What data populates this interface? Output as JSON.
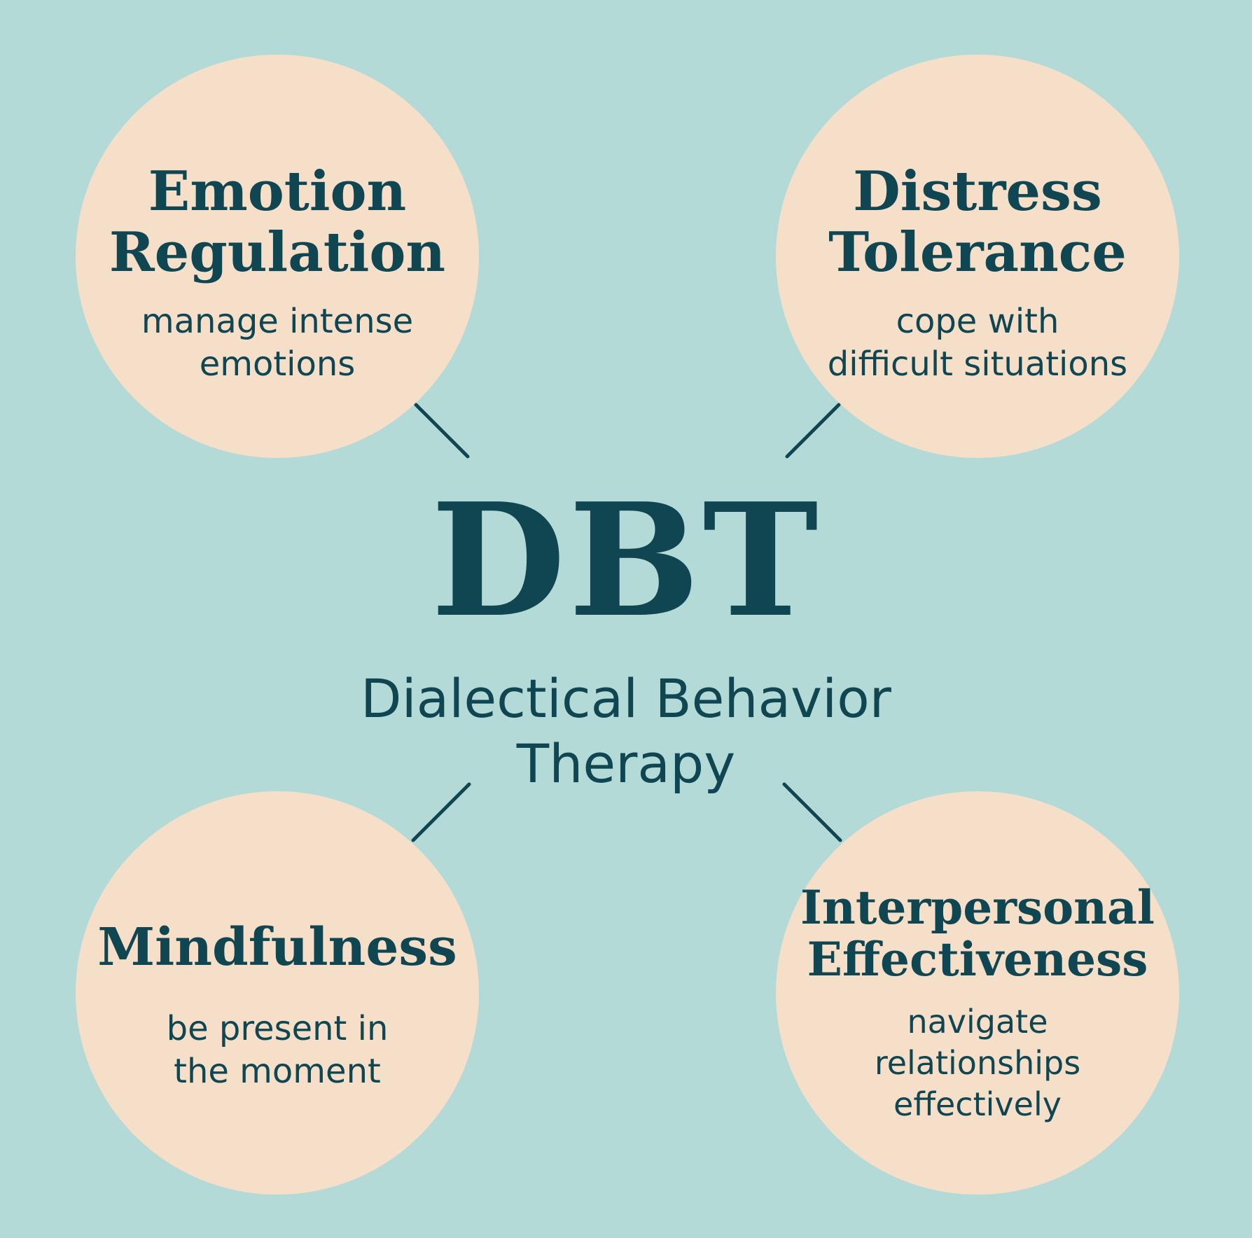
{
  "center": {
    "acronym": "DBT",
    "subtitle_line1": "Dialectical Behavior",
    "subtitle_line2": "Therapy"
  },
  "skills": [
    {
      "title_line1": "Emotion",
      "title_line2": "Regulation",
      "desc_line1": "manage intense",
      "desc_line2": "emotions"
    },
    {
      "title_line1": "Distress",
      "title_line2": "Tolerance",
      "desc_line1": "cope with",
      "desc_line2": "difficult situations"
    },
    {
      "title_line1": "Mindfulness",
      "desc_line1": "be present in",
      "desc_line2": "the moment"
    },
    {
      "title_line1": "Interpersonal",
      "title_line2": "Effectiveness",
      "desc_line1": "navigate",
      "desc_line2": "relationships",
      "desc_line3": "effectively"
    }
  ],
  "colors": {
    "background": "#b4dad8",
    "circle_fill": "#f6dfc9",
    "text": "#0f4651"
  }
}
